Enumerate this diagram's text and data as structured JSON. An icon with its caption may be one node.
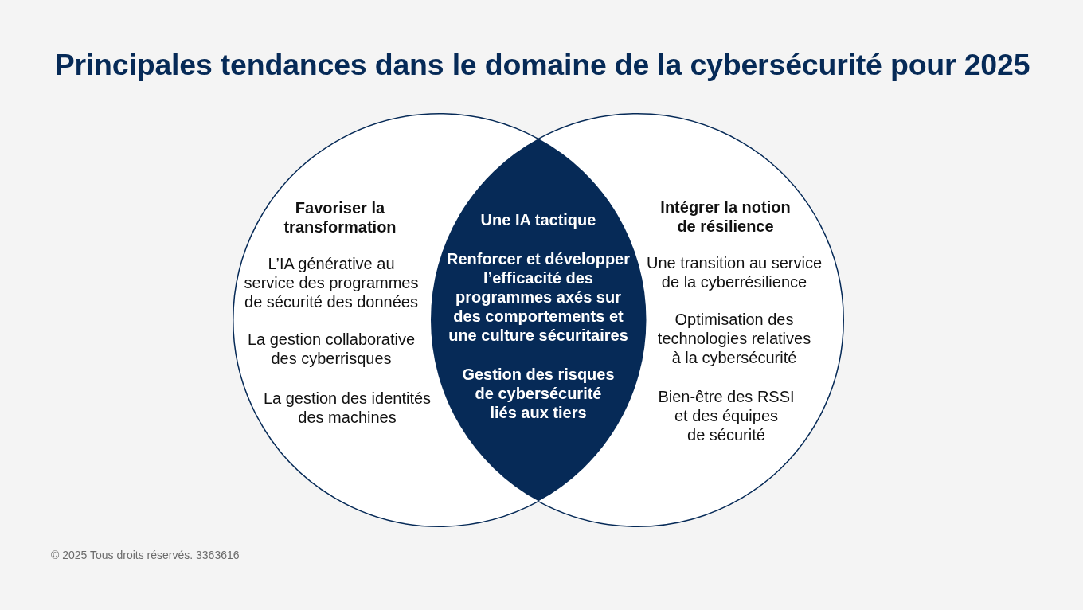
{
  "diagram": {
    "title": "Principales tendances dans le domaine de la cybersécurité pour 2025",
    "nodes": [
      {
        "text": [
          "Favoriser la transformation",
          "L’IA générative au service des programmes de sécurité des données",
          "La gestion collaborative des cyberrisques",
          "La gestion des identités des machines"
        ]
      },
      {
        "text": [
          "Une IA tactique",
          "Renforcer et développer l’efficacité des programmes axés sur des comportements et une culture sécuritaires",
          "Gestion des risques de cybersécurité liés aux tiers"
        ]
      },
      {
        "text": [
          "Intégrer la notion de résilience",
          "Une transition au service de la cyberrésilience",
          "Optimisation des technologies relatives à la cybersécurité",
          "Bien-être des RSSI et des équipes de sécurité"
        ]
      }
    ],
    "labels": [
      "© 2025 Tous droits réservés. 3363616"
    ]
  }
}
